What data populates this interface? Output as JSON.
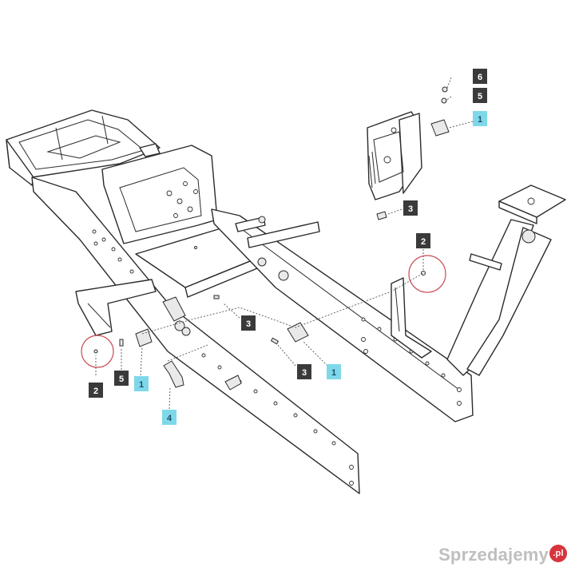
{
  "callouts": [
    {
      "id": "c6a",
      "label": "6",
      "style": "dark"
    },
    {
      "id": "c5a",
      "label": "5",
      "style": "dark"
    },
    {
      "id": "c1a",
      "label": "1",
      "style": "cyan"
    },
    {
      "id": "c3a",
      "label": "3",
      "style": "dark"
    },
    {
      "id": "c2a",
      "label": "2",
      "style": "dark"
    },
    {
      "id": "c3b",
      "label": "3",
      "style": "dark"
    },
    {
      "id": "c3c",
      "label": "3",
      "style": "dark"
    },
    {
      "id": "c1b",
      "label": "1",
      "style": "cyan"
    },
    {
      "id": "c2b",
      "label": "2",
      "style": "dark"
    },
    {
      "id": "c5b",
      "label": "5",
      "style": "dark"
    },
    {
      "id": "c1c",
      "label": "1",
      "style": "cyan"
    },
    {
      "id": "c4a",
      "label": "4",
      "style": "cyan"
    }
  ],
  "colors": {
    "dark_box": "#3a3a3a",
    "dark_text": "#ffffff",
    "cyan_box": "#7fd8ea",
    "cyan_text": "#1a4f63",
    "highlight_circle": "#c9484f"
  },
  "watermark": {
    "text": "Sprzedajemy",
    "suffix": ".pl"
  }
}
